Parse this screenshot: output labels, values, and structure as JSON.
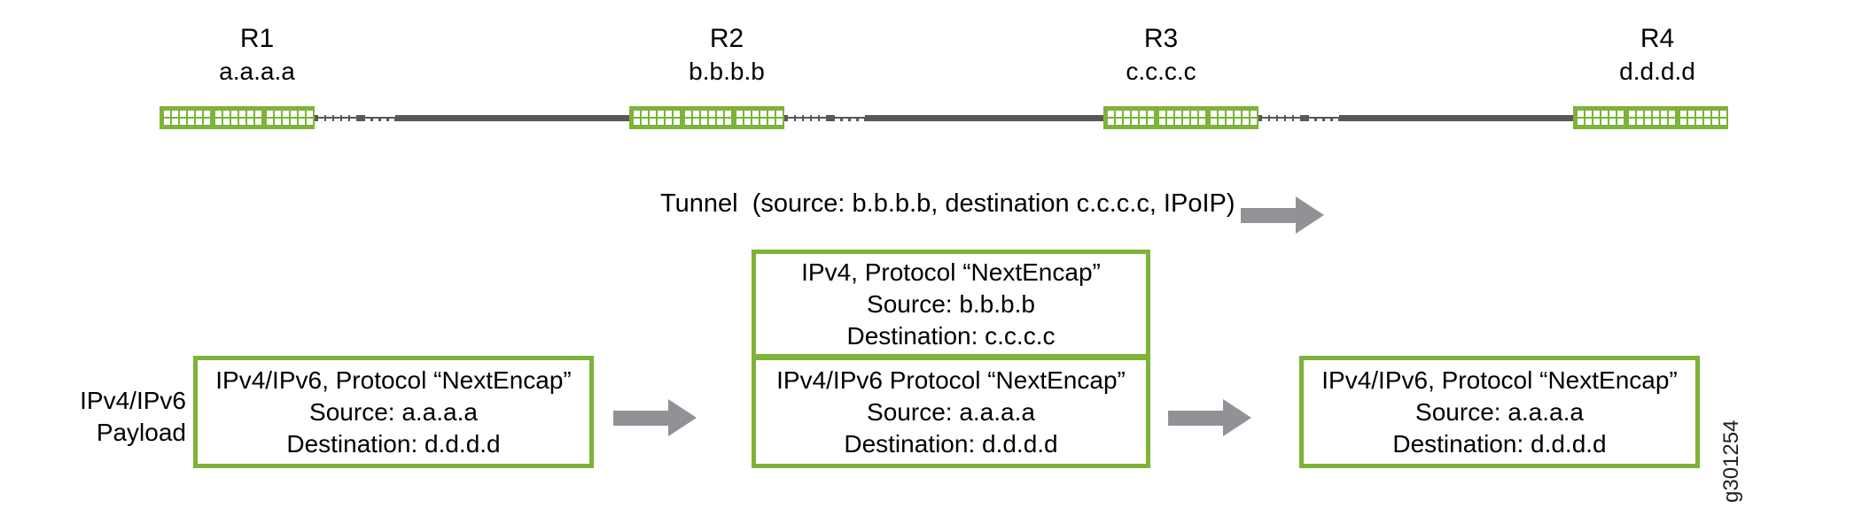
{
  "diagram": {
    "watermark": "g301254",
    "colors": {
      "device_green": "#7DB338",
      "link_gray": "#58585A",
      "arrow_gray": "#919296",
      "text_black": "#000000",
      "background": "#FFFFFF"
    }
  },
  "topology": {
    "routers": [
      {
        "name": "R1",
        "address": "a.a.a.a"
      },
      {
        "name": "R2",
        "address": "b.b.b.b"
      },
      {
        "name": "R3",
        "address": "c.c.c.c"
      },
      {
        "name": "R4",
        "address": "d.d.d.d"
      }
    ]
  },
  "tunnel": {
    "label": "Tunnel  (source: b.b.b.b, destination c.c.c.c, IPoIP)"
  },
  "payload": {
    "caption_line1": "IPv4/IPv6",
    "caption_line2": "Payload"
  },
  "packets": {
    "outer_header": {
      "line1": "IPv4, Protocol “NextEncap”",
      "line2": "Source: b.b.b.b",
      "line3": "Destination: c.c.c.c"
    },
    "left": {
      "line1": "IPv4/IPv6, Protocol “NextEncap”",
      "line2": "Source: a.a.a.a",
      "line3": "Destination: d.d.d.d"
    },
    "middle": {
      "line1": "IPv4/IPv6 Protocol “NextEncap”",
      "line2": "Source: a.a.a.a",
      "line3": "Destination: d.d.d.d"
    },
    "right": {
      "line1": "IPv4/IPv6, Protocol “NextEncap”",
      "line2": "Source: a.a.a.a",
      "line3": "Destination: d.d.d.d"
    }
  }
}
